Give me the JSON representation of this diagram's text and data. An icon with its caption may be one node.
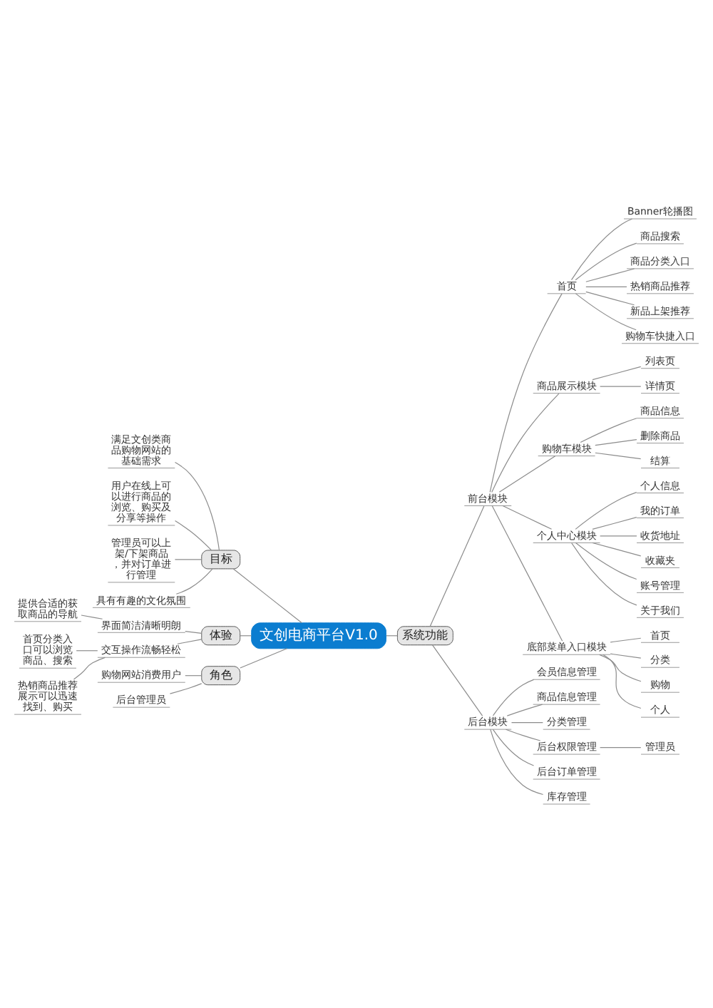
{
  "diagram": {
    "nodes": [
      {
        "text": [
          "文创电商平台V1.0"
        ]
      },
      {
        "text": [
          "目标"
        ]
      },
      {
        "text": [
          "满足文创类商品购物网站的基础需求"
        ]
      },
      {
        "text": [
          "用户在线上可以进行商品的浏览、购买及分享等操作"
        ]
      },
      {
        "text": [
          "管理员可以上架/下架商品，并对订单进行管理"
        ]
      },
      {
        "text": [
          "具有有趣的文化氛围"
        ]
      },
      {
        "text": [
          "体验"
        ]
      },
      {
        "text": [
          "界面简洁清晰明朗"
        ]
      },
      {
        "text": [
          "提供合适的获取商品的导航"
        ]
      },
      {
        "text": [
          "交互操作流畅轻松"
        ]
      },
      {
        "text": [
          "首页分类入口可以浏览商品、搜索"
        ]
      },
      {
        "text": [
          "热销商品推荐展示可以迅速找到、购买"
        ]
      },
      {
        "text": [
          "角色"
        ]
      },
      {
        "text": [
          "购物网站消费用户"
        ]
      },
      {
        "text": [
          "后台管理员"
        ]
      },
      {
        "text": [
          "系统功能"
        ]
      },
      {
        "text": [
          "前台模块"
        ]
      },
      {
        "text": [
          "首页"
        ]
      },
      {
        "text": [
          "Banner轮播图"
        ]
      },
      {
        "text": [
          "商品搜索"
        ]
      },
      {
        "text": [
          "商品分类入口"
        ]
      },
      {
        "text": [
          "热销商品推荐"
        ]
      },
      {
        "text": [
          "新品上架推荐"
        ]
      },
      {
        "text": [
          "购物车快捷入口"
        ]
      },
      {
        "text": [
          "商品展示模块"
        ]
      },
      {
        "text": [
          "列表页"
        ]
      },
      {
        "text": [
          "详情页"
        ]
      },
      {
        "text": [
          "购物车模块"
        ]
      },
      {
        "text": [
          "商品信息"
        ]
      },
      {
        "text": [
          "删除商品"
        ]
      },
      {
        "text": [
          "结算"
        ]
      },
      {
        "text": [
          "个人中心模块"
        ]
      },
      {
        "text": [
          "个人信息"
        ]
      },
      {
        "text": [
          "我的订单"
        ]
      },
      {
        "text": [
          "收货地址"
        ]
      },
      {
        "text": [
          "收藏夹"
        ]
      },
      {
        "text": [
          "账号管理"
        ]
      },
      {
        "text": [
          "关于我们"
        ]
      },
      {
        "text": [
          "底部菜单入口模块"
        ]
      },
      {
        "text": [
          "首页"
        ]
      },
      {
        "text": [
          "分类"
        ]
      },
      {
        "text": [
          "购物"
        ]
      },
      {
        "text": [
          "个人"
        ]
      },
      {
        "text": [
          "后台模块"
        ]
      },
      {
        "text": [
          "会员信息管理"
        ]
      },
      {
        "text": [
          "商品信息管理"
        ]
      },
      {
        "text": [
          "分类管理"
        ]
      },
      {
        "text": [
          "后台权限管理"
        ]
      },
      {
        "text": [
          "管理员"
        ]
      },
      {
        "text": [
          "后台订单管理"
        ]
      },
      {
        "text": [
          "库存管理"
        ]
      }
    ],
    "edges": [
      {
        "from": 0,
        "to": 1,
        "arrow": "none"
      },
      {
        "from": 1,
        "to": 2,
        "arrow": "none"
      },
      {
        "from": 1,
        "to": 3,
        "arrow": "none"
      },
      {
        "from": 1,
        "to": 4,
        "arrow": "none"
      },
      {
        "from": 1,
        "to": 5,
        "arrow": "none"
      },
      {
        "from": 0,
        "to": 6,
        "arrow": "none"
      },
      {
        "from": 6,
        "to": 7,
        "arrow": "none"
      },
      {
        "from": 7,
        "to": 8,
        "arrow": "none"
      },
      {
        "from": 6,
        "to": 9,
        "arrow": "none"
      },
      {
        "from": 9,
        "to": 10,
        "arrow": "none"
      },
      {
        "from": 9,
        "to": 11,
        "arrow": "none"
      },
      {
        "from": 0,
        "to": 12,
        "arrow": "none"
      },
      {
        "from": 12,
        "to": 13,
        "arrow": "none"
      },
      {
        "from": 12,
        "to": 14,
        "arrow": "none"
      },
      {
        "from": 0,
        "to": 15,
        "arrow": "none"
      },
      {
        "from": 15,
        "to": 16,
        "arrow": "none"
      },
      {
        "from": 16,
        "to": 17,
        "arrow": "none"
      },
      {
        "from": 17,
        "to": 18,
        "arrow": "none"
      },
      {
        "from": 17,
        "to": 19,
        "arrow": "none"
      },
      {
        "from": 17,
        "to": 20,
        "arrow": "none"
      },
      {
        "from": 17,
        "to": 21,
        "arrow": "none"
      },
      {
        "from": 17,
        "to": 22,
        "arrow": "none"
      },
      {
        "from": 17,
        "to": 23,
        "arrow": "none"
      },
      {
        "from": 16,
        "to": 24,
        "arrow": "none"
      },
      {
        "from": 24,
        "to": 25,
        "arrow": "none"
      },
      {
        "from": 24,
        "to": 26,
        "arrow": "none"
      },
      {
        "from": 16,
        "to": 27,
        "arrow": "none"
      },
      {
        "from": 27,
        "to": 28,
        "arrow": "none"
      },
      {
        "from": 27,
        "to": 29,
        "arrow": "none"
      },
      {
        "from": 27,
        "to": 30,
        "arrow": "none"
      },
      {
        "from": 16,
        "to": 31,
        "arrow": "none"
      },
      {
        "from": 31,
        "to": 32,
        "arrow": "none"
      },
      {
        "from": 31,
        "to": 33,
        "arrow": "none"
      },
      {
        "from": 31,
        "to": 34,
        "arrow": "none"
      },
      {
        "from": 31,
        "to": 35,
        "arrow": "none"
      },
      {
        "from": 31,
        "to": 36,
        "arrow": "none"
      },
      {
        "from": 31,
        "to": 37,
        "arrow": "none"
      },
      {
        "from": 16,
        "to": 38,
        "arrow": "none"
      },
      {
        "from": 38,
        "to": 39,
        "arrow": "none"
      },
      {
        "from": 38,
        "to": 40,
        "arrow": "none"
      },
      {
        "from": 38,
        "to": 41,
        "arrow": "none"
      },
      {
        "from": 38,
        "to": 42,
        "arrow": "none"
      },
      {
        "from": 15,
        "to": 43,
        "arrow": "none"
      },
      {
        "from": 43,
        "to": 44,
        "arrow": "none"
      },
      {
        "from": 43,
        "to": 45,
        "arrow": "none"
      },
      {
        "from": 43,
        "to": 46,
        "arrow": "none"
      },
      {
        "from": 43,
        "to": 47,
        "arrow": "none"
      },
      {
        "from": 47,
        "to": 48,
        "arrow": "none"
      },
      {
        "from": 43,
        "to": 49,
        "arrow": "none"
      },
      {
        "from": 43,
        "to": 50,
        "arrow": "none"
      }
    ]
  }
}
